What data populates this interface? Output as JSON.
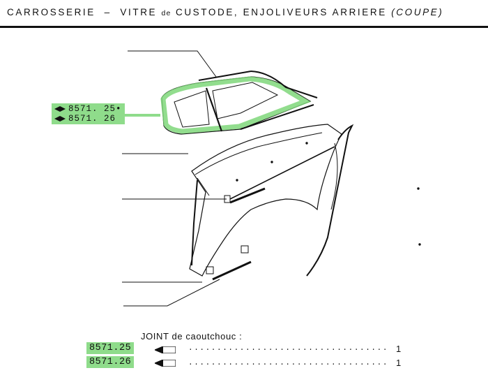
{
  "header": {
    "title_main": "CARROSSERIE",
    "title_dash": "–",
    "title_sub_1": "VITRE",
    "title_sub_de1": "de",
    "title_sub_2": "CUSTODE, ENJOLIVEURS ARRIERE",
    "title_paren": "(COUPE)"
  },
  "callout": {
    "items": [
      {
        "ref": "8571. 25",
        "mark": "•"
      },
      {
        "ref": "8571. 26",
        "mark": ""
      }
    ]
  },
  "parts_list": {
    "heading": "JOINT de caoutchouc :",
    "rows": [
      {
        "ref": "8571.25",
        "dots": "...................................",
        "qty": "1"
      },
      {
        "ref": "8571.26",
        "dots": "...................................",
        "qty": "1"
      }
    ]
  },
  "colors": {
    "highlight": "#8fdc8b",
    "ink": "#111111"
  }
}
